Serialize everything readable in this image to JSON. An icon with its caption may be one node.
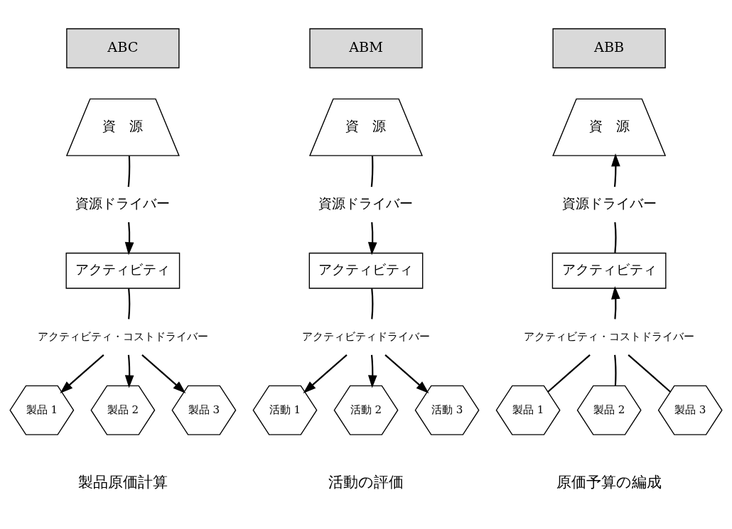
{
  "diagram": {
    "nodes": [
      {
        "text": [
          "ABC"
        ]
      },
      {
        "text": [
          "資　源"
        ]
      },
      {
        "text": [
          "資源ドライバー"
        ]
      },
      {
        "text": [
          "アクティビティ"
        ]
      },
      {
        "text": [
          "アクティビティ・コストドライバー"
        ]
      },
      {
        "text": [
          "製品 1"
        ]
      },
      {
        "text": [
          "製品 2"
        ]
      },
      {
        "text": [
          "製品 3"
        ]
      },
      {
        "text": [
          "ABM"
        ]
      },
      {
        "text": [
          "資　源"
        ]
      },
      {
        "text": [
          "資源ドライバー"
        ]
      },
      {
        "text": [
          "アクティビティ"
        ]
      },
      {
        "text": [
          "アクティビティドライバー"
        ]
      },
      {
        "text": [
          "活動 1"
        ]
      },
      {
        "text": [
          "活動 2"
        ]
      },
      {
        "text": [
          "活動 3"
        ]
      },
      {
        "text": [
          "ABB"
        ]
      },
      {
        "text": [
          "資　源"
        ]
      },
      {
        "text": [
          "資源ドライバー"
        ]
      },
      {
        "text": [
          "アクティビティ"
        ]
      },
      {
        "text": [
          "アクティビティ・コストドライバー"
        ]
      },
      {
        "text": [
          "製品 1"
        ]
      },
      {
        "text": [
          "製品 2"
        ]
      },
      {
        "text": [
          "製品 3"
        ]
      }
    ],
    "edges": [
      {
        "from": 1,
        "to": 2,
        "arrow": "none"
      },
      {
        "from": 2,
        "to": 3,
        "arrow": "to"
      },
      {
        "from": 3,
        "to": 4,
        "arrow": "none"
      },
      {
        "from": 4,
        "to": 5,
        "arrow": "to"
      },
      {
        "from": 4,
        "to": 6,
        "arrow": "to"
      },
      {
        "from": 4,
        "to": 7,
        "arrow": "to"
      },
      {
        "from": 9,
        "to": 10,
        "arrow": "none"
      },
      {
        "from": 10,
        "to": 11,
        "arrow": "to"
      },
      {
        "from": 11,
        "to": 12,
        "arrow": "none"
      },
      {
        "from": 12,
        "to": 13,
        "arrow": "to"
      },
      {
        "from": 12,
        "to": 14,
        "arrow": "to"
      },
      {
        "from": 12,
        "to": 15,
        "arrow": "to"
      },
      {
        "from": 18,
        "to": 17,
        "arrow": "to"
      },
      {
        "from": 19,
        "to": 18,
        "arrow": "none"
      },
      {
        "from": 20,
        "to": 19,
        "arrow": "to"
      },
      {
        "from": 21,
        "to": 20,
        "arrow": "none"
      },
      {
        "from": 22,
        "to": 20,
        "arrow": "none"
      },
      {
        "from": 23,
        "to": 20,
        "arrow": "none"
      }
    ],
    "labels": [
      "製品原価計算",
      "活動の評価",
      "原価予算の編成"
    ]
  }
}
